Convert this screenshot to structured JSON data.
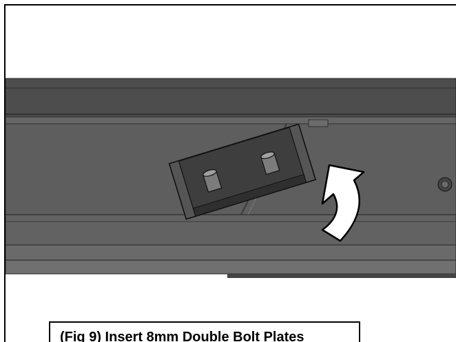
{
  "figure": {
    "caption": "(Fig 9) Insert 8mm Double Bolt Plates",
    "icons": {
      "rail": "steel-rail",
      "plate": "double-bolt-plate",
      "bolt": "bolt-icon",
      "arrow": "curved-rotation-arrow",
      "nut": "hex-nut-icon"
    },
    "colors": {
      "rail_top": "#4a4a4a",
      "rail_mid": "#5a5a5a",
      "rail_bottom": "#6a6a6a",
      "plate_face": "#3e3e3e",
      "arrow_fill": "#ffffff",
      "outline": "#000000"
    }
  }
}
